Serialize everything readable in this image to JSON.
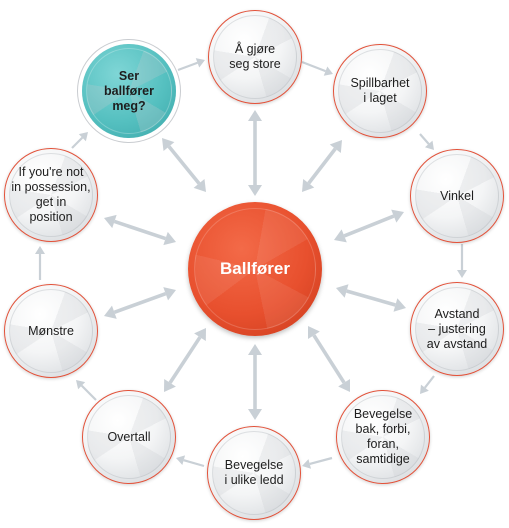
{
  "center": {
    "label": "Ballfører"
  },
  "nodes": [
    {
      "label": "Å gjøre\nseg store"
    },
    {
      "label": "Spillbarhet\ni laget"
    },
    {
      "label": "Vinkel"
    },
    {
      "label": "Avstand\n– justering\nav avstand"
    },
    {
      "label": "Bevegelse\nbak, forbi,\nforan,\nsamtidige"
    },
    {
      "label": "Bevegelse\ni ulike ledd"
    },
    {
      "label": "Overtall"
    },
    {
      "label": "Mønstre"
    },
    {
      "label": "If you're not\nin possession,\nget in\nposition"
    },
    {
      "label": "Ser\nballfører\nmeg?"
    }
  ],
  "colors": {
    "center_fill": "#e8502e",
    "highlight_fill": "#55c0c0",
    "node_ring": "#e2523a",
    "arrow": "#c9d0d6"
  }
}
